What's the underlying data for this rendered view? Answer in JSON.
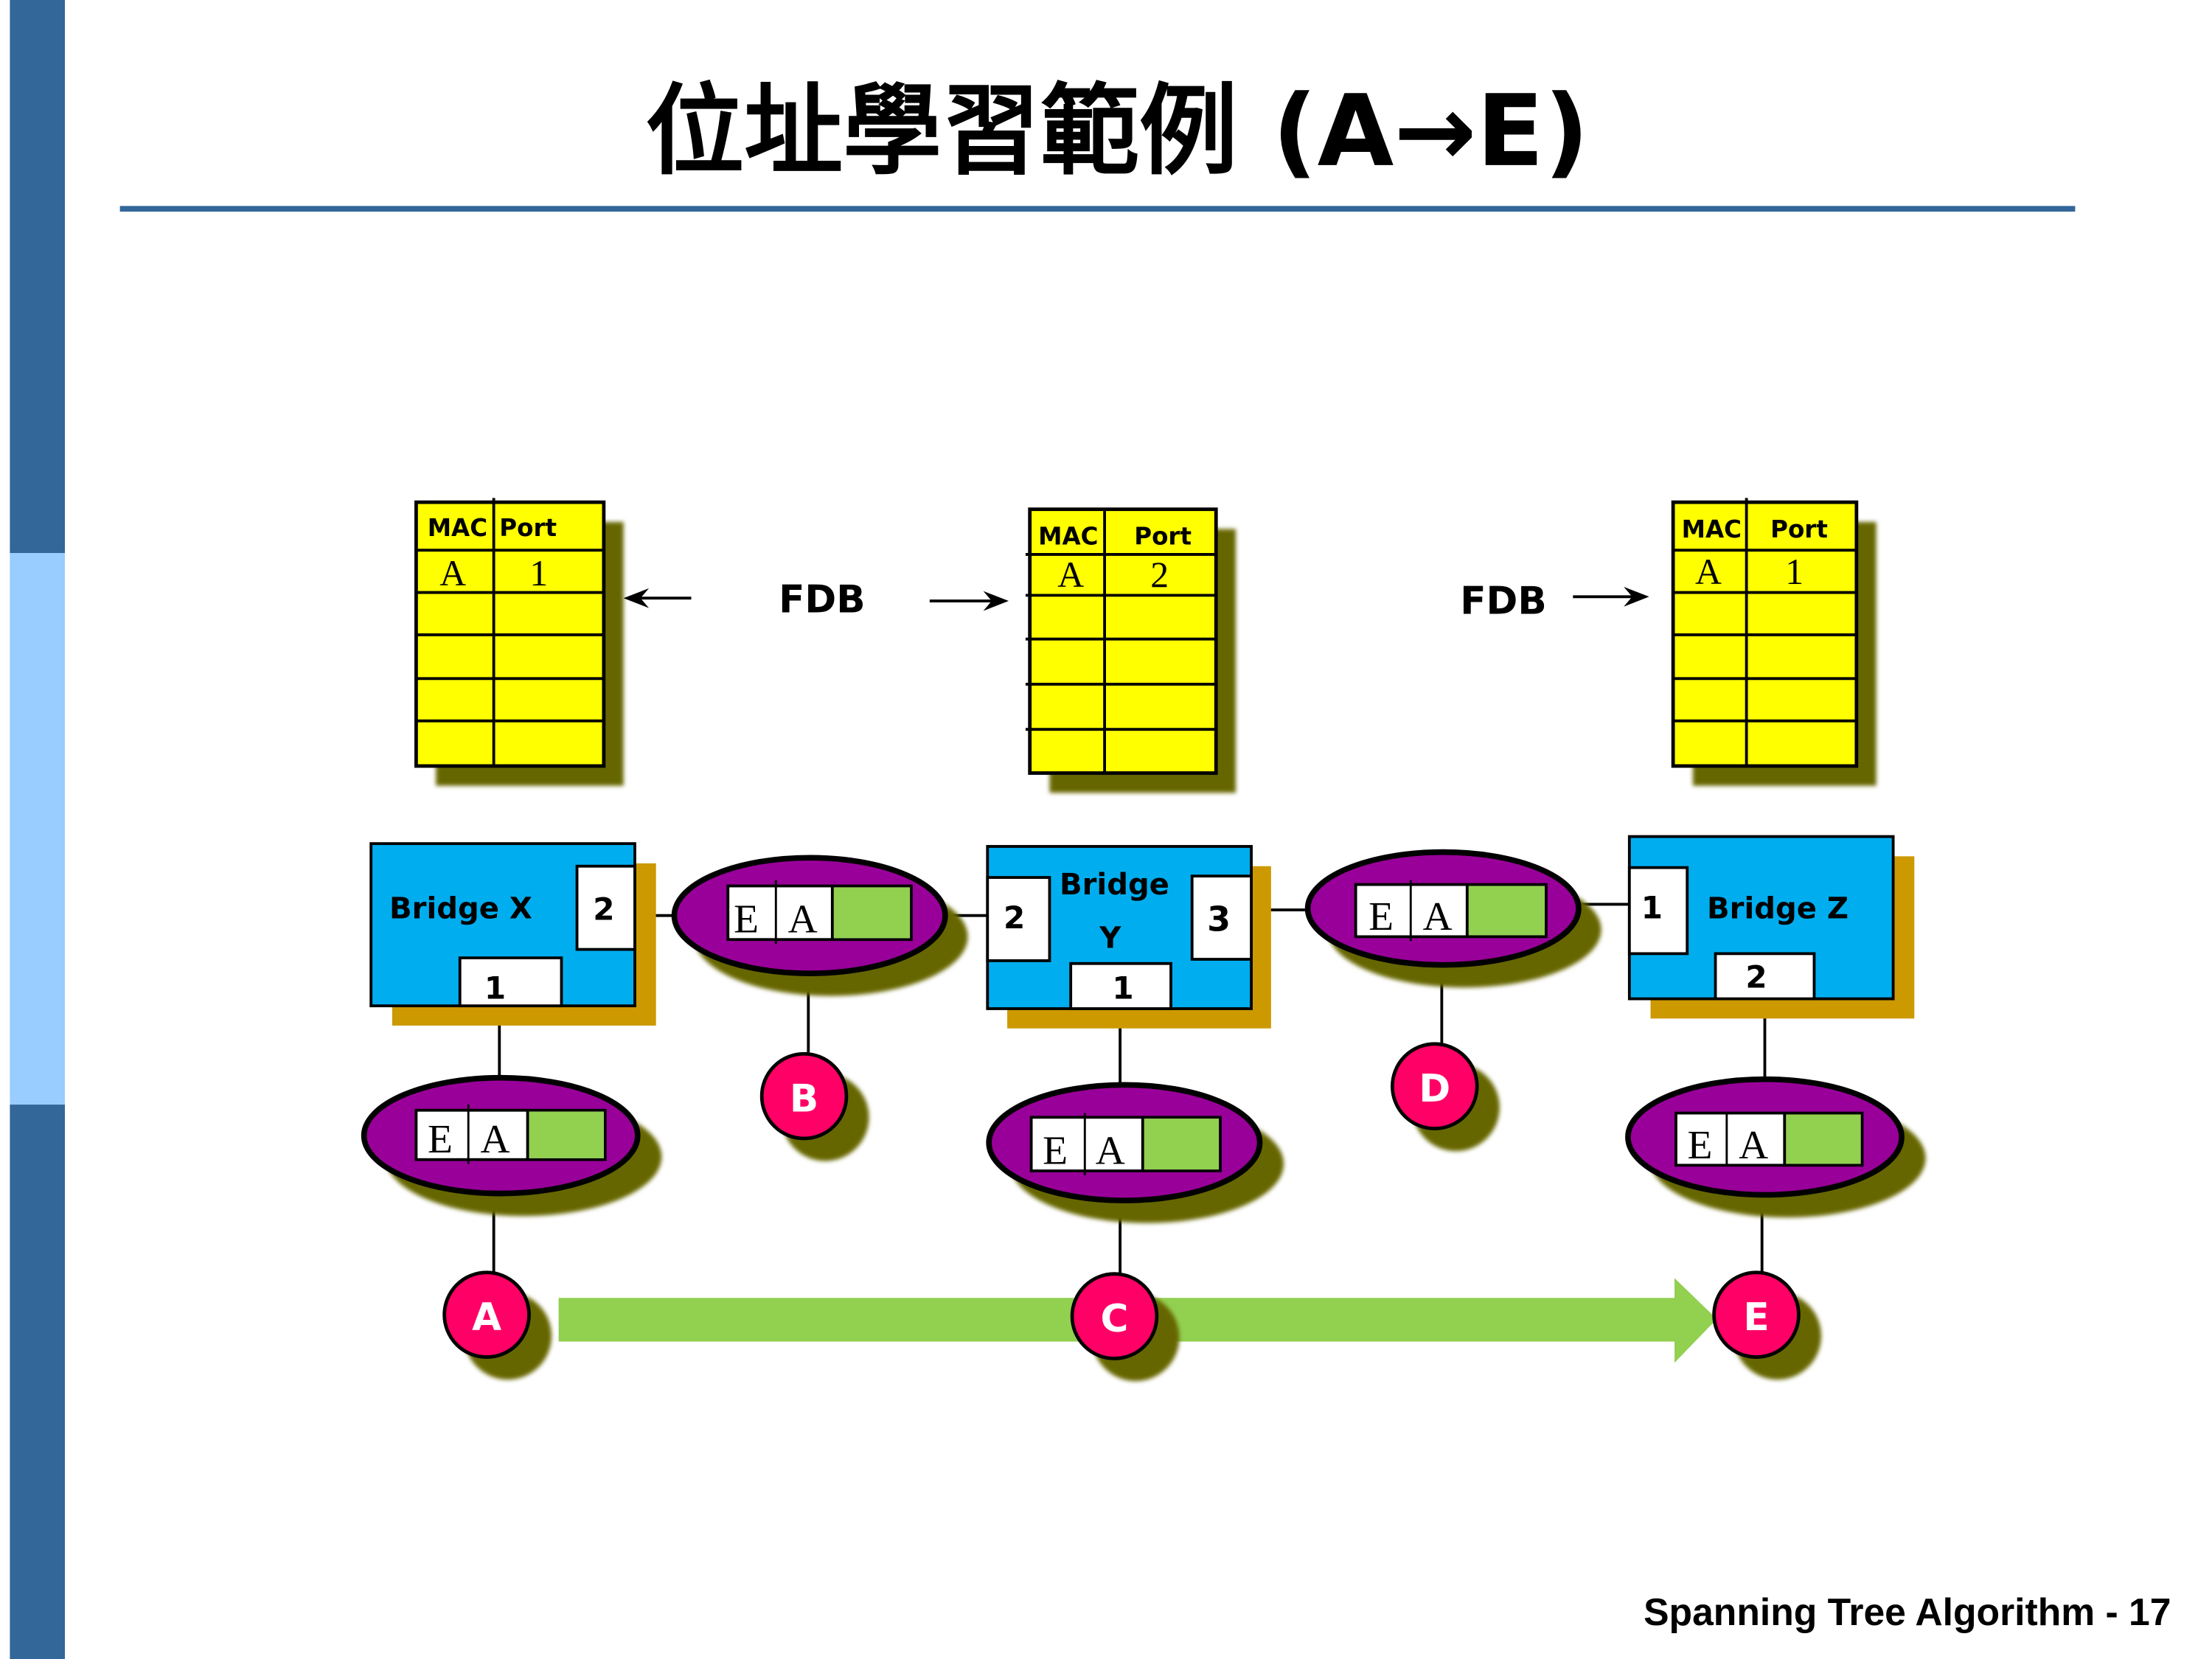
{
  "slide": {
    "title": "位址學習範例 (A→E)",
    "footer": "Spanning Tree Algorithm - 17",
    "colors": {
      "sidebar_dark": "#336699",
      "sidebar_light": "#99CCFF",
      "rule": "#336699",
      "table_fill": "#FFFF00",
      "table_shadow": "#666600",
      "bridge_fill": "#00AEEF",
      "bridge_shadow": "#CC9900",
      "segment_fill": "#990099",
      "segment_shadow": "#666600",
      "frame_data": "#92D050",
      "station_fill": "#FF0066",
      "flow_arrow": "#92D050"
    }
  },
  "fdb_label": "FDB",
  "fdb_tables": [
    {
      "id": "x",
      "header": {
        "mac": "MAC",
        "port": "Port"
      },
      "rows": [
        {
          "mac": "A",
          "port": "1"
        },
        {
          "mac": "",
          "port": ""
        },
        {
          "mac": "",
          "port": ""
        },
        {
          "mac": "",
          "port": ""
        },
        {
          "mac": "",
          "port": ""
        }
      ]
    },
    {
      "id": "y",
      "header": {
        "mac": "MAC",
        "port": "Port"
      },
      "rows": [
        {
          "mac": "A",
          "port": "2"
        },
        {
          "mac": "",
          "port": ""
        },
        {
          "mac": "",
          "port": ""
        },
        {
          "mac": "",
          "port": ""
        },
        {
          "mac": "",
          "port": ""
        }
      ]
    },
    {
      "id": "z",
      "header": {
        "mac": "MAC",
        "port": "Port"
      },
      "rows": [
        {
          "mac": "A",
          "port": "1"
        },
        {
          "mac": "",
          "port": ""
        },
        {
          "mac": "",
          "port": ""
        },
        {
          "mac": "",
          "port": ""
        },
        {
          "mac": "",
          "port": ""
        }
      ]
    }
  ],
  "bridges": {
    "x": {
      "label": "Bridge X",
      "ports": {
        "p1": "1",
        "p2": "2"
      }
    },
    "y": {
      "label_line1": "Bridge",
      "label_line2": "Y",
      "ports": {
        "p1": "1",
        "p2": "2",
        "p3": "3"
      }
    },
    "z": {
      "label": "Bridge Z",
      "ports": {
        "p1": "1",
        "p2": "2"
      }
    }
  },
  "frame": {
    "dest": "E",
    "src": "A"
  },
  "stations": {
    "a": "A",
    "b": "B",
    "c": "C",
    "d": "D",
    "e": "E"
  }
}
